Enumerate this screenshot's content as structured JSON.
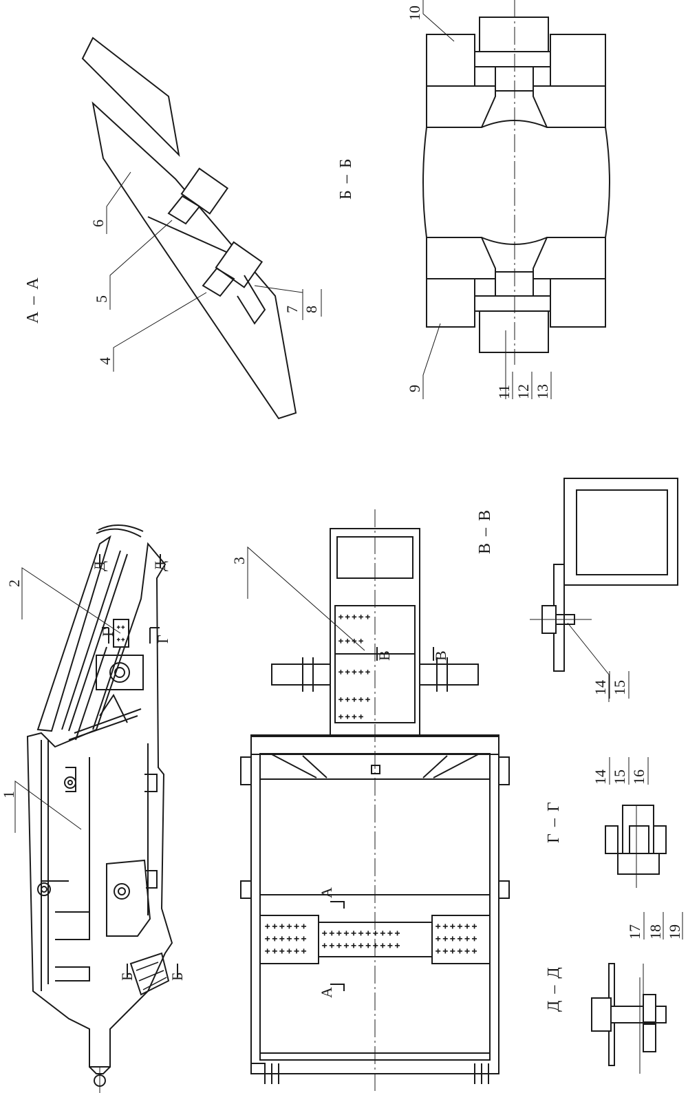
{
  "sections": {
    "aa": "А – А",
    "bb": "Б – Б",
    "vv": "В – В",
    "gg": "Г – Г",
    "dd": "Д – Д"
  },
  "markers": {
    "a": "А",
    "b": "Б",
    "v": "В",
    "g": "Г",
    "d": "Д"
  },
  "callouts": {
    "c1": "1",
    "c2": "2",
    "c3": "3",
    "c4": "4",
    "c5": "5",
    "c6": "6",
    "c7": "7",
    "c8": "8",
    "c9": "9",
    "c10": "10",
    "c11": "11",
    "c12": "12",
    "c13": "13",
    "c14a": "14",
    "c15a": "15",
    "c14b": "14",
    "c15b": "15",
    "c16": "16",
    "c17": "17",
    "c18": "18",
    "c19": "19"
  }
}
